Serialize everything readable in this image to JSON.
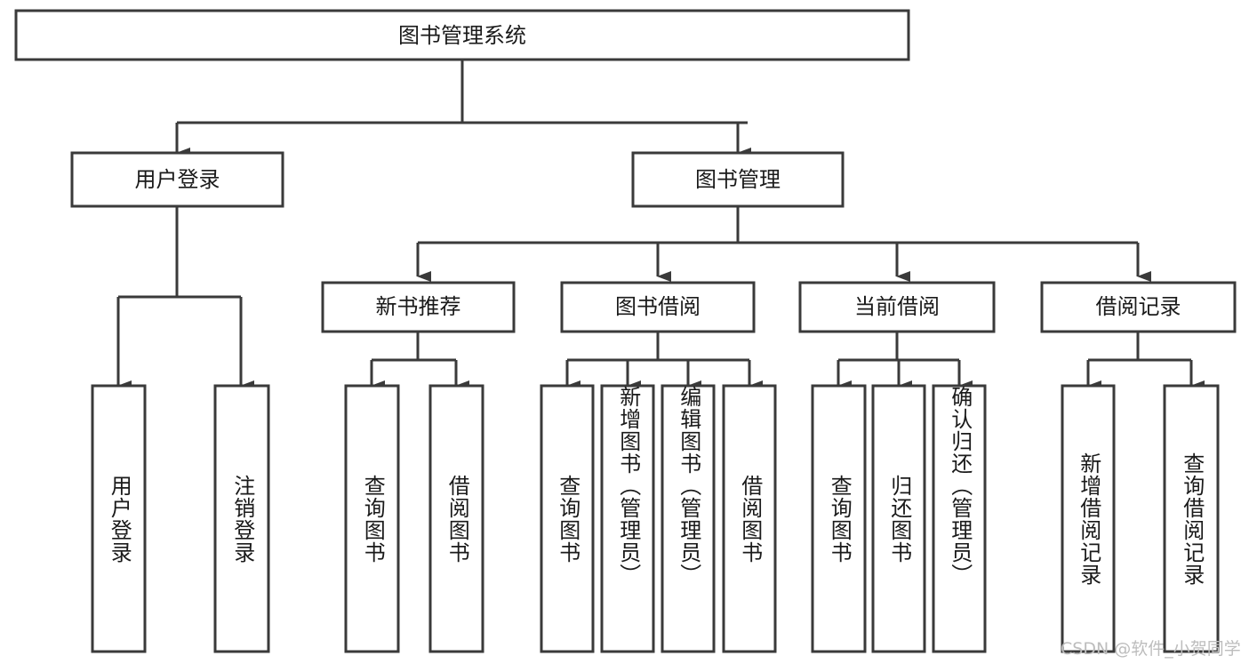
{
  "diagram": {
    "type": "tree-hierarchy",
    "title": "图书管理系统",
    "orientation": "top-down",
    "colors": {
      "background": "#ffffff",
      "box_stroke": "#3a3a3a",
      "box_fill": "#ffffff",
      "text": "#1a1a1a",
      "watermark": "#bdbdbd"
    },
    "levels": {
      "root": {
        "label": "图书管理系统"
      },
      "level1": [
        {
          "label": "用户登录"
        },
        {
          "label": "图书管理"
        }
      ],
      "level2": [
        {
          "label": "新书推荐"
        },
        {
          "label": "图书借阅"
        },
        {
          "label": "当前借阅"
        },
        {
          "label": "借阅记录"
        }
      ],
      "leaves": {
        "user_login": [
          {
            "label": "用户登录"
          },
          {
            "label": "注销登录"
          }
        ],
        "new_book_recommend": [
          {
            "label": "查询图书"
          },
          {
            "label": "借阅图书"
          }
        ],
        "book_borrow": [
          {
            "label": "查询图书"
          },
          {
            "label": "新增图书（管理员）"
          },
          {
            "label": "编辑图书（管理员）"
          },
          {
            "label": "借阅图书"
          }
        ],
        "current_borrow": [
          {
            "label": "查询图书"
          },
          {
            "label": "归还图书"
          },
          {
            "label": "确认归还（管理员）"
          }
        ],
        "borrow_record": [
          {
            "label": "新增借阅记录"
          },
          {
            "label": "查询借阅记录"
          }
        ]
      }
    },
    "watermark": "CSDN @软件_小贺同学"
  }
}
